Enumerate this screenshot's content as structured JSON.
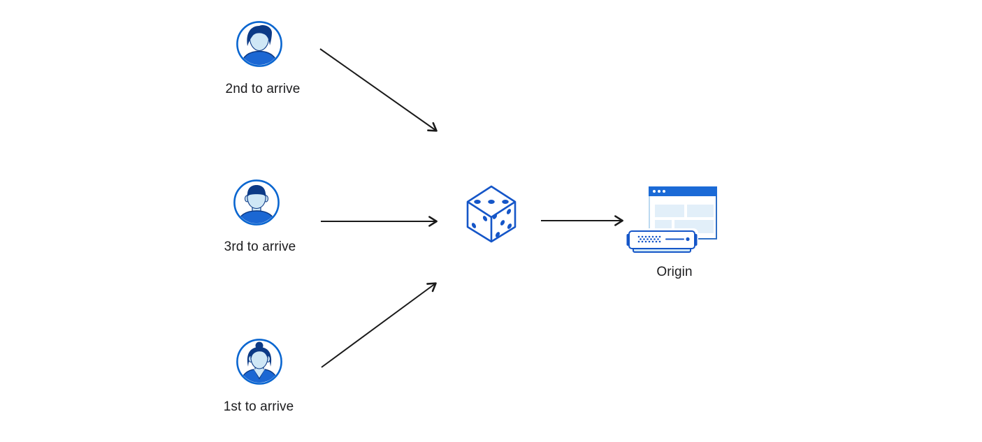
{
  "users": [
    {
      "label": "2nd to arrive",
      "icon": "man-swoosh-hair-avatar"
    },
    {
      "label": "3rd to arrive",
      "icon": "man-short-hair-avatar"
    },
    {
      "label": "1st to arrive",
      "icon": "woman-bun-hair-avatar"
    }
  ],
  "router": {
    "icon": "dice-icon"
  },
  "origin": {
    "label": "Origin",
    "icon": "origin-server-icon"
  },
  "colors": {
    "icon_blue": "#1556c8",
    "ui_blue": "#1b6ad6",
    "navy": "#0c3a86",
    "avatar_ring_blue": "#0a66d0",
    "shirt_blue": "#1b67d3",
    "face_light_blue": "#cfe7f6",
    "pale_block_blue": "#e2eff9",
    "arrow_black": "#1a1a1a",
    "text": "#1c1c1e",
    "background": "#ffffff"
  }
}
